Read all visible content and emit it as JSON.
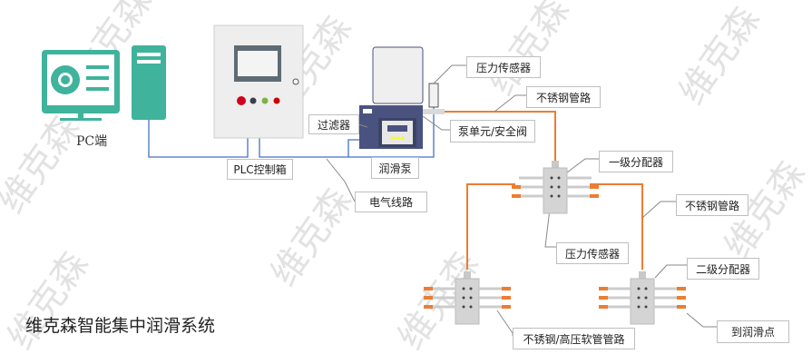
{
  "title": "维克森智能集中润滑系统",
  "pc_label": "PC端",
  "watermark": "维克森",
  "labels": {
    "pressure_sensor_top": "压力传感器",
    "steel_pipe_top": "不锈钢管路",
    "pump_unit": "泵单元/安全阀",
    "filter": "过滤器",
    "plc": "PLC控制箱",
    "pump": "润滑泵",
    "wiring": "电气线路",
    "primary_distributor": "一级分配器",
    "steel_pipe_right": "不锈钢管路",
    "pressure_sensor_mid": "压力传感器",
    "secondary_distributor": "二级分配器",
    "hose_pipe": "不锈钢/高压软管管路",
    "to_point": "到润滑点"
  },
  "colors": {
    "pipe": "#ed7d31",
    "wire": "#4472c4",
    "pc": "#3fb39b",
    "pump": "#4a5380"
  }
}
